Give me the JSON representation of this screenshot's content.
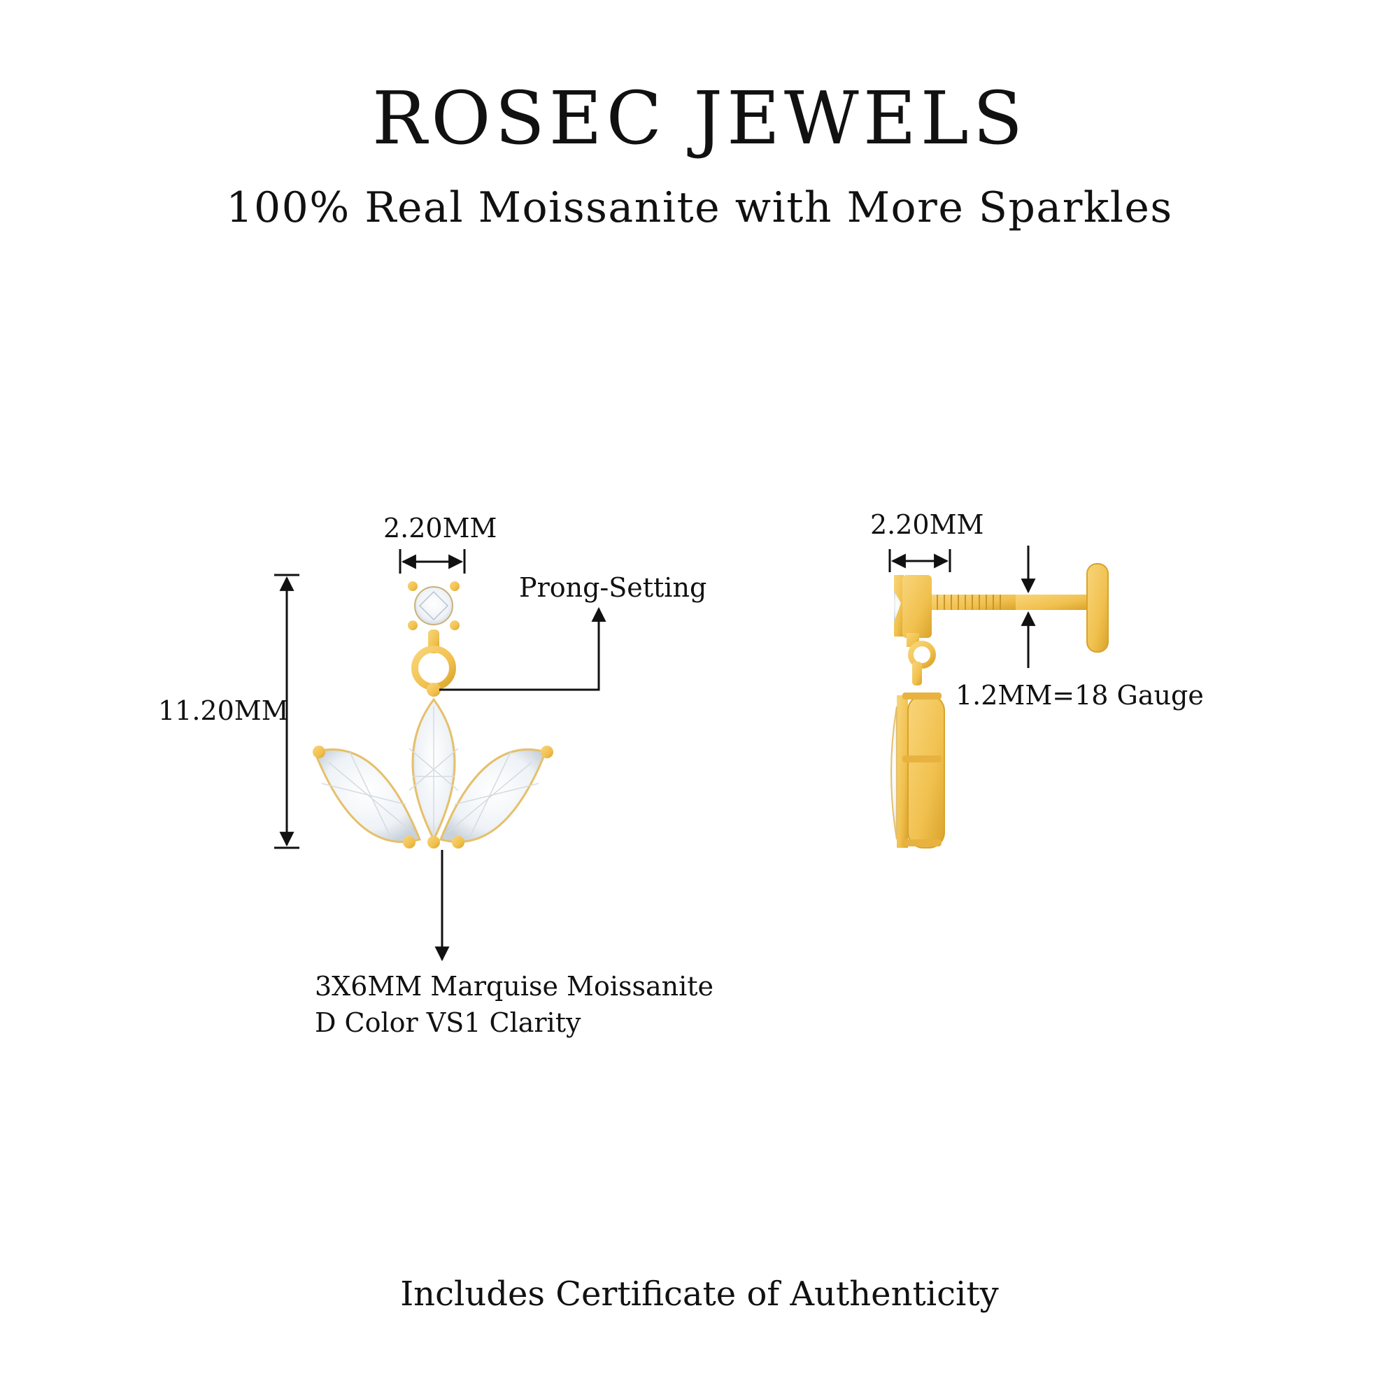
{
  "header": {
    "brand": "ROSEC JEWELS",
    "tagline": "100% Real Moissanite with More Sparkles"
  },
  "front_view": {
    "top_stone_width": "2.20MM",
    "height": "11.20MM",
    "setting_label": "Prong-Setting",
    "stone_spec_line1": "3X6MM Marquise Moissanite",
    "stone_spec_line2": "D Color VS1 Clarity"
  },
  "side_view": {
    "top_stone_width": "2.20MM",
    "gauge": "1.2MM=18 Gauge"
  },
  "footer": {
    "note": "Includes Certificate of Authenticity"
  },
  "colors": {
    "gold": "#f1c14f",
    "gold_dark": "#d9a32b",
    "gem": "#eef2f6",
    "ink": "#111111"
  }
}
